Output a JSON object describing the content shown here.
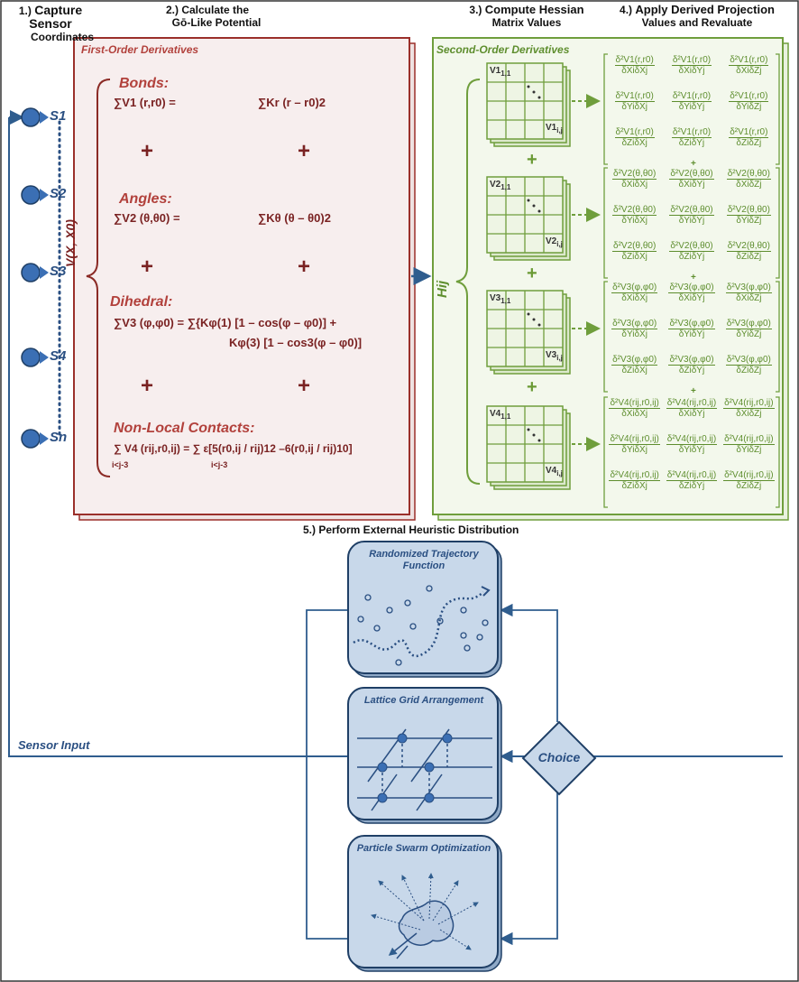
{
  "steps": {
    "s1_num": "1.)",
    "s1_title": "Capture Sensor",
    "s1_sub": "Coordinates",
    "s2_num": "2.)",
    "s2_title": "Calculate the",
    "s2_sub": "Gō-Like Potential",
    "s3_num": "3.)",
    "s3_title": "Compute Hessian",
    "s3_sub": "Matrix Values",
    "s4_num": "4.)",
    "s4_title": "Apply Derived Projection",
    "s4_sub": "Values and Revaluate",
    "s5": "5.) Perform External Heuristic Distribution"
  },
  "sensors": [
    "S1",
    "S2",
    "S3",
    "S4",
    "Sn"
  ],
  "sensor_input": "Sensor Input",
  "first_order": {
    "title": "First-Order Derivatives",
    "vlabel": "V(X, X0)",
    "bonds_head": "Bonds:",
    "bonds_lhs": "∑V1 (r,r0) =",
    "bonds_rhs": "∑Kr (r – r0)2",
    "angles_head": "Angles:",
    "angles_lhs": "∑V2 (θ,θ0) =",
    "angles_rhs": "∑Kθ (θ – θ0)2",
    "dihedral_head": "Dihedral:",
    "dihedral_l1": "∑V3 (φ,φ0) = ∑{Kφ(1) [1 – cos(φ – φ0)] +",
    "dihedral_l2": "Kφ(3) [1 – cos3(φ – φ0)]",
    "nonlocal_head": "Non-Local Contacts:",
    "nonlocal_formula": "∑ V4 (rij,r0,ij) = ∑ ε[5(r0,ij / rij)12 –6(r0,ij / rij)10]",
    "nonlocal_sub": "i<j-3",
    "plus": "+"
  },
  "second_order": {
    "title": "Second-Order Derivatives",
    "hij": "Hij",
    "plus": "+",
    "matrices": [
      {
        "tl": "V1",
        "tl_sub": "1,1",
        "br": "V1",
        "br_sub": "i,j",
        "fn": "V1(r,r0)"
      },
      {
        "tl": "V2",
        "tl_sub": "1,1",
        "br": "V2",
        "br_sub": "i,j",
        "fn": "V2(θ,θ0)"
      },
      {
        "tl": "V3",
        "tl_sub": "1,1",
        "br": "V3",
        "br_sub": "i,j",
        "fn": "V3(φ,φ0)"
      },
      {
        "tl": "V4",
        "tl_sub": "1,1",
        "br": "V4",
        "br_sub": "i,j",
        "fn": "V4(rij,r0,ij)"
      }
    ],
    "denominators": [
      [
        "δXiδXj",
        "δXiδYj",
        "δXiδZj"
      ],
      [
        "δYiδXj",
        "δYiδYj",
        "δYiδZj"
      ],
      [
        "δZiδXj",
        "δZiδYj",
        "δZiδZj"
      ]
    ]
  },
  "heuristics": {
    "boxes": [
      "Randomized Trajectory Function",
      "Lattice Grid Arrangement",
      "Particle Swarm Optimization"
    ],
    "choice": "Choice"
  },
  "colors": {
    "red_box": "#f6ecec",
    "red_border": "#9b2f2a",
    "green_box": "#f1f6ea",
    "green_border": "#6f9e3c",
    "blue_fill": "#c5d6ea",
    "blue_border": "#1f3f66",
    "sensor": "#3b6fb4"
  }
}
